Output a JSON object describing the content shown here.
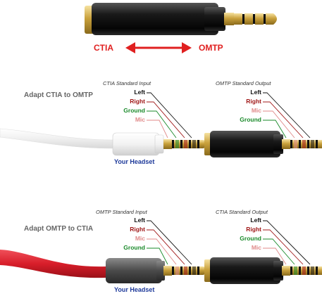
{
  "top": {
    "left_label": "CTIA",
    "right_label": "OMTP",
    "arrow_color": "#e02020"
  },
  "sections": [
    {
      "title": "Adapt CTIA to OMTP",
      "input_title": "CTIA Standard Input",
      "output_title": "OMTP Standard Output",
      "input_labels": [
        "Left",
        "Right",
        "Ground",
        "Mic"
      ],
      "output_labels": [
        "Left",
        "Right",
        "Mic",
        "Ground"
      ],
      "headset_label": "Your Headset",
      "cable_color": "#f4f4f4"
    },
    {
      "title": "Adapt OMTP to CTIA",
      "input_title": "OMTP Standard Input",
      "output_title": "CTIA Standard Output",
      "input_labels": [
        "Left",
        "Right",
        "Mic",
        "Ground"
      ],
      "output_labels": [
        "Left",
        "Right",
        "Ground",
        "Mic"
      ],
      "headset_label": "Your Headset",
      "cable_color": "#d81e2a"
    }
  ],
  "label_colors": {
    "Left": "#111111",
    "Right": "#a01818",
    "Ground": "#1a8a2a",
    "Mic": "#e08a8a"
  }
}
